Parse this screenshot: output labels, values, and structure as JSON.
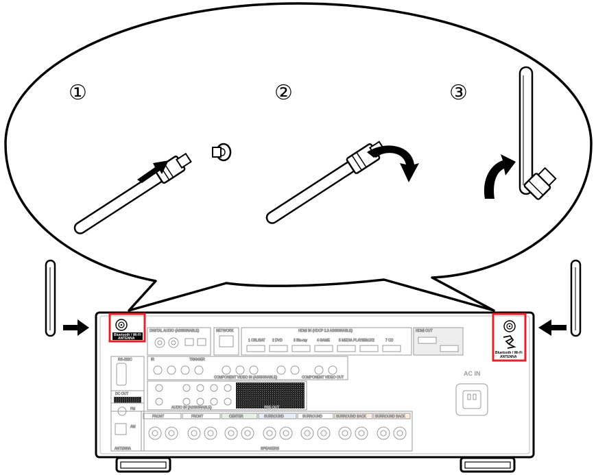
{
  "steps": [
    "①",
    "②",
    "③"
  ],
  "antenna_label_line1": "Bluetooth / Wi-Fi",
  "antenna_label_line2": "ANTENNA",
  "panel": {
    "digital_audio": "DIGITAL AUDIO (ASSIGNABLE)",
    "network": "NETWORK",
    "hdmi_in": "HDMI IN (HDCP 2.3 ASSIGNABLE)",
    "hdmi_inputs": [
      "1 CBL/SAT",
      "2 DVD",
      "3 Blu-ray",
      "4 GAME",
      "5 MEDIA PLAYER",
      "6 AUX2",
      "7 CD"
    ],
    "hdmi_out": "HDMI OUT",
    "rs232c": "RS-232C",
    "ir": "IR",
    "trigger": "TRIGGER",
    "dc_out": "DC OUT",
    "fm": "FM",
    "am": "AM",
    "antenna": "ANTENNA",
    "component_video_in": "COMPONENT VIDEO IN (ASSIGNABLE)",
    "component_video_out": "COMPONENT VIDEO OUT",
    "audio_in": "AUDIO IN (ASSIGNABLE)",
    "pre_out": "PRE OUT",
    "ac_in": "AC IN",
    "speakers": "SPEAKERS",
    "speaker_groups": [
      "FRONT",
      "FRONT",
      "CENTER",
      "SURROUND",
      "SURROUND",
      "SURROUND BACK",
      "SURROUND BACK"
    ]
  },
  "colors": {
    "highlight": "#e8202a",
    "outline": "#000000",
    "panel_grey": "#999999"
  }
}
